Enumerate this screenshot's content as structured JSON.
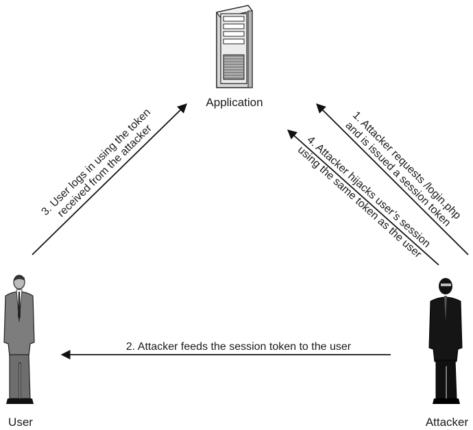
{
  "nodes": {
    "application": "Application",
    "user": "User",
    "attacker": "Attacker"
  },
  "steps": {
    "step1": [
      "1. Attacker requests /login.php",
      "and is issued a session token"
    ],
    "step2": "2. Attacker feeds the session token to the user",
    "step3": [
      "3. User logs in using the token",
      "received from the attacker"
    ],
    "step4": [
      "4. Attacker hijacks user’s session",
      "using the same token as the user"
    ]
  },
  "icons": {
    "application": "server-icon",
    "user": "businessman-icon",
    "attacker": "masked-attacker-icon"
  }
}
